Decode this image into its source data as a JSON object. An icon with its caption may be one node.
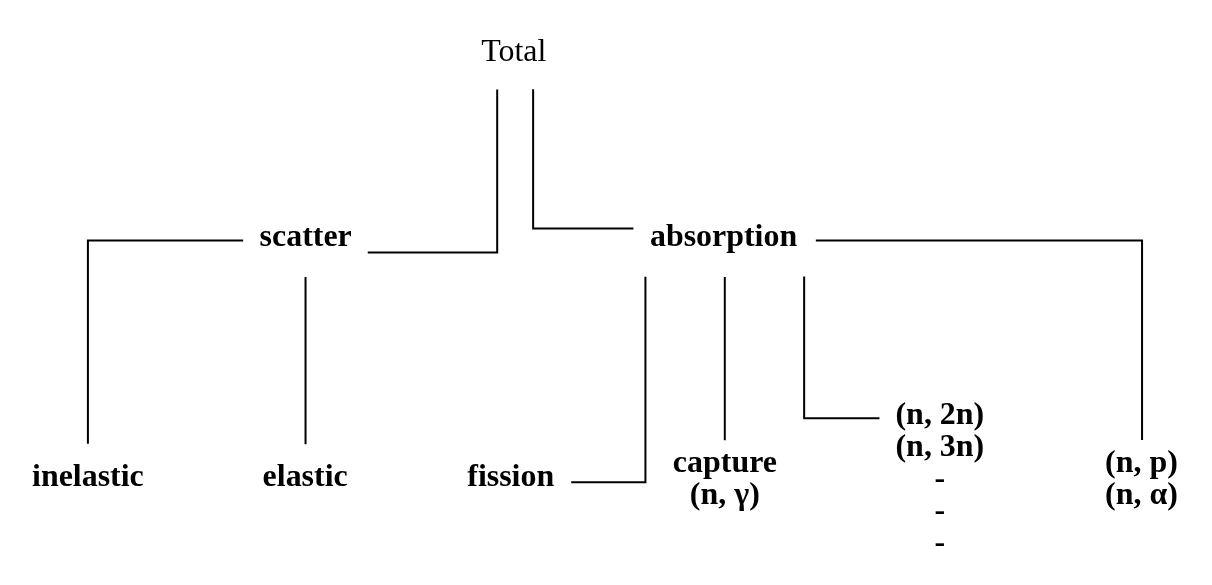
{
  "diagram": {
    "nodes": [
      {
        "text": [
          "Total"
        ]
      },
      {
        "text": [
          "scatter"
        ]
      },
      {
        "text": [
          "absorption"
        ]
      },
      {
        "text": [
          "inelastic"
        ]
      },
      {
        "text": [
          "elastic"
        ]
      },
      {
        "text": [
          "fission"
        ]
      },
      {
        "text": [
          "capture",
          "(n, γ)"
        ]
      },
      {
        "text": [
          "(n, 2n)",
          "(n, 3n)",
          "-",
          "-",
          "-"
        ]
      },
      {
        "text": [
          "(n, p)",
          "(n, α)"
        ]
      }
    ],
    "edges": [
      {
        "from": 0,
        "to": 1,
        "arrow": "none"
      },
      {
        "from": 0,
        "to": 2,
        "arrow": "none"
      },
      {
        "from": 1,
        "to": 3,
        "arrow": "none"
      },
      {
        "from": 1,
        "to": 4,
        "arrow": "none"
      },
      {
        "from": 2,
        "to": 5,
        "arrow": "none"
      },
      {
        "from": 2,
        "to": 6,
        "arrow": "none"
      },
      {
        "from": 2,
        "to": 7,
        "arrow": "none"
      },
      {
        "from": 2,
        "to": 8,
        "arrow": "none"
      }
    ]
  }
}
